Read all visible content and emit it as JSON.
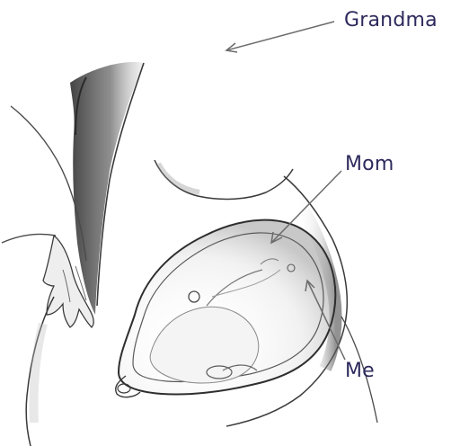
{
  "labels": {
    "grandma": "Grandma",
    "mom": "Mom",
    "me": "Me"
  },
  "colors": {
    "label_text": "#2d2a5c",
    "arrow": "#6b6b6b",
    "pencil_dark": "#2a2a2a",
    "pencil_mid": "#5c5c5c",
    "pencil_light": "#a8a8a8",
    "background": "#ffffff"
  }
}
